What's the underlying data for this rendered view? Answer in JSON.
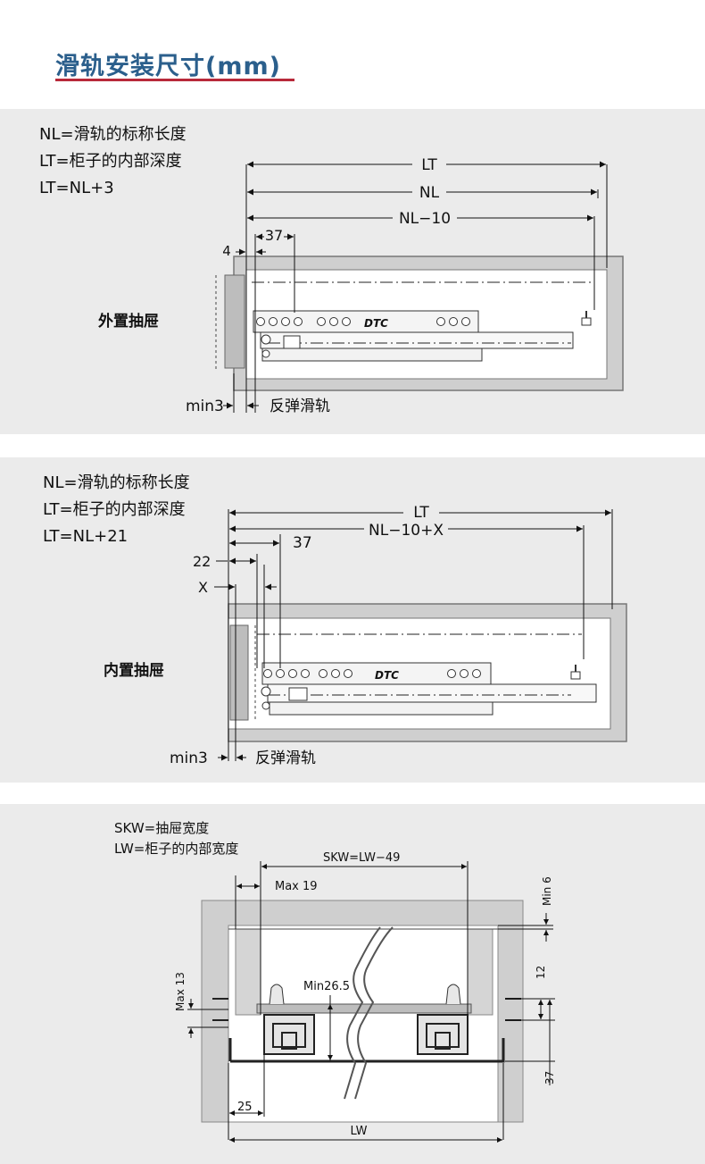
{
  "title": "滑轨安装尺寸(mm)",
  "sections": [
    {
      "formulas": [
        "NL=滑轨的标称长度",
        "LT=柜子的内部深度",
        "LT=NL+3"
      ],
      "drawer_label": "外置抽屉",
      "dims": {
        "lt": "LT",
        "nl": "NL",
        "nl10": "NL−10",
        "d37": "37",
        "d4": "4",
        "min3": "min3",
        "rebound": "反弹滑轨"
      },
      "brand": "DTC"
    },
    {
      "formulas": [
        "NL=滑轨的标称长度",
        "LT=柜子的内部深度",
        "LT=NL+21"
      ],
      "drawer_label": "内置抽屉",
      "dims": {
        "lt": "LT",
        "nl10x": "NL−10+X",
        "d37": "37",
        "d22": "22",
        "x": "X",
        "min3": "min3",
        "rebound": "反弹滑轨"
      },
      "brand": "DTC"
    },
    {
      "formulas": [
        "SKW=抽屉宽度",
        "LW=柜子的内部宽度"
      ],
      "dims": {
        "skw": "SKW=LW−49",
        "max19": "Max 19",
        "min6": "Min 6",
        "max13": "Max 13",
        "min265": "Min26.5",
        "d12": "12",
        "d37": "37",
        "d25": "25",
        "lw": "LW"
      }
    }
  ]
}
